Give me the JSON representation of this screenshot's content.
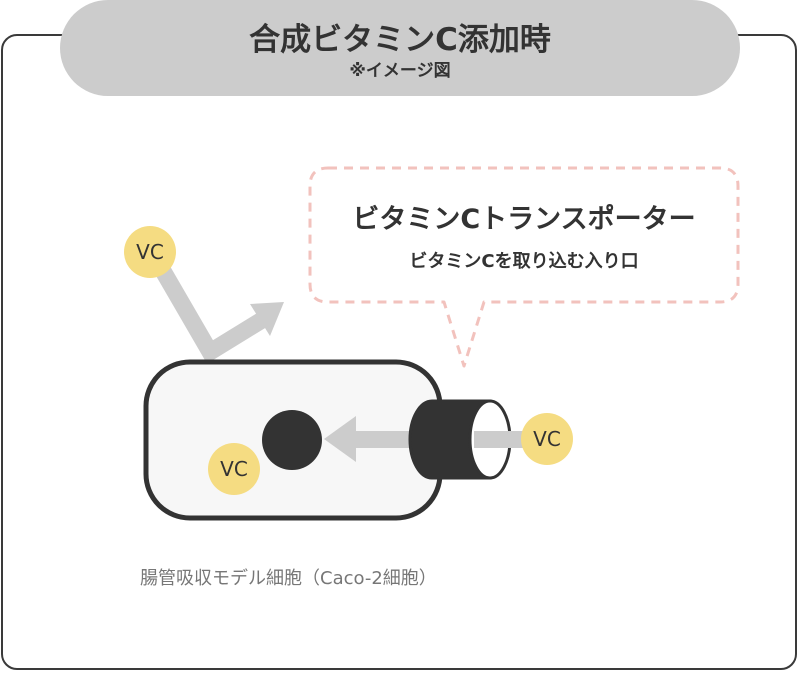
{
  "header": {
    "title": "合成ビタミンC添加時",
    "subtitle": "※イメージ図"
  },
  "transporter_callout": {
    "title": "ビタミンCトランスポーター",
    "description": "ビタミンCを取り込む入り口"
  },
  "molecules": {
    "outside_label": "VC",
    "entering_label": "VC",
    "inside_label": "VC"
  },
  "caption": "腸管吸収モデル細胞（Caco-2細胞）",
  "colors": {
    "frame": "#3a3a3a",
    "title_pill": "#cccccc",
    "text": "#333333",
    "caption": "#777777",
    "vc_circle": "#f5dc82",
    "arrow": "#cccccc",
    "cell_fill": "#f7f7f7",
    "cell_border": "#333333",
    "nucleus": "#333333",
    "callout_border": "#f2c2bd"
  }
}
